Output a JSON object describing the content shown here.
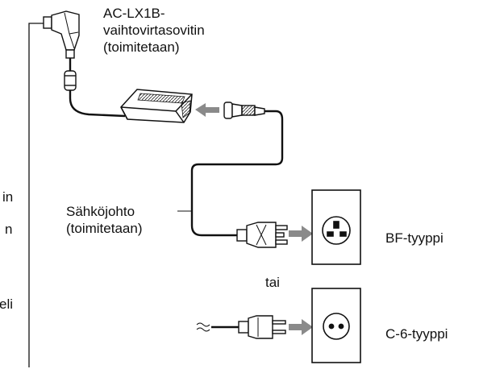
{
  "adapter": {
    "line1": "AC-LX1B-",
    "line2": "vaihtovirtasovitin",
    "line3": "(toimitetaan)"
  },
  "cord": {
    "line1": "Sähköjohto",
    "line2": "(toimitetaan)"
  },
  "outlet_bf": {
    "label": "BF-tyyppi"
  },
  "separator": {
    "label": "tai"
  },
  "outlet_c6": {
    "label": "C-6-tyyppi"
  },
  "cut_off_text": {
    "line1": "in",
    "line2": "n",
    "line3": "eli"
  }
}
